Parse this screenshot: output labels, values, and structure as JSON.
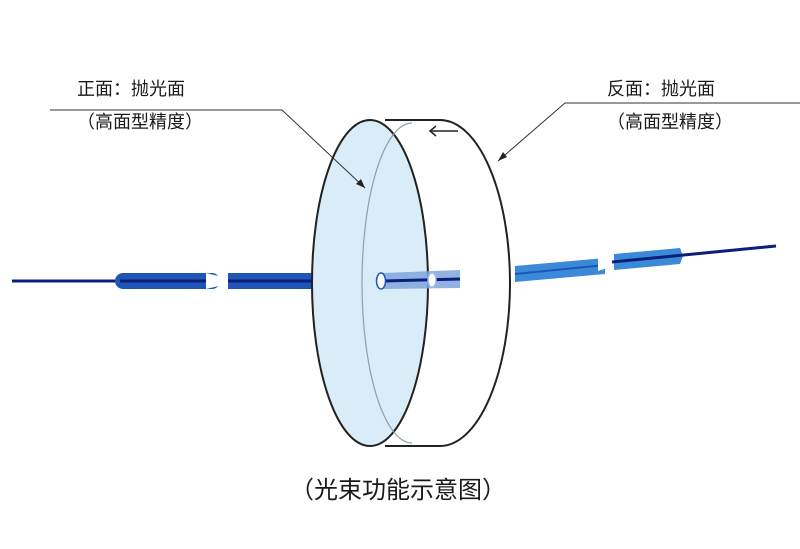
{
  "labels": {
    "front_title": "正面：抛光面",
    "front_sub": "（高面型精度）",
    "back_title": "反面：抛光面",
    "back_sub": "（高面型精度）"
  },
  "caption": "（光束功能示意图）",
  "colors": {
    "beam_dark": "#0b1f7a",
    "beam_blue": "#1f55b8",
    "beam_light": "#3a8ad8",
    "lens_face": "#d9ecf8",
    "outline": "#222222"
  },
  "icons": {
    "rotation_arrow": "left-arrow-icon"
  }
}
